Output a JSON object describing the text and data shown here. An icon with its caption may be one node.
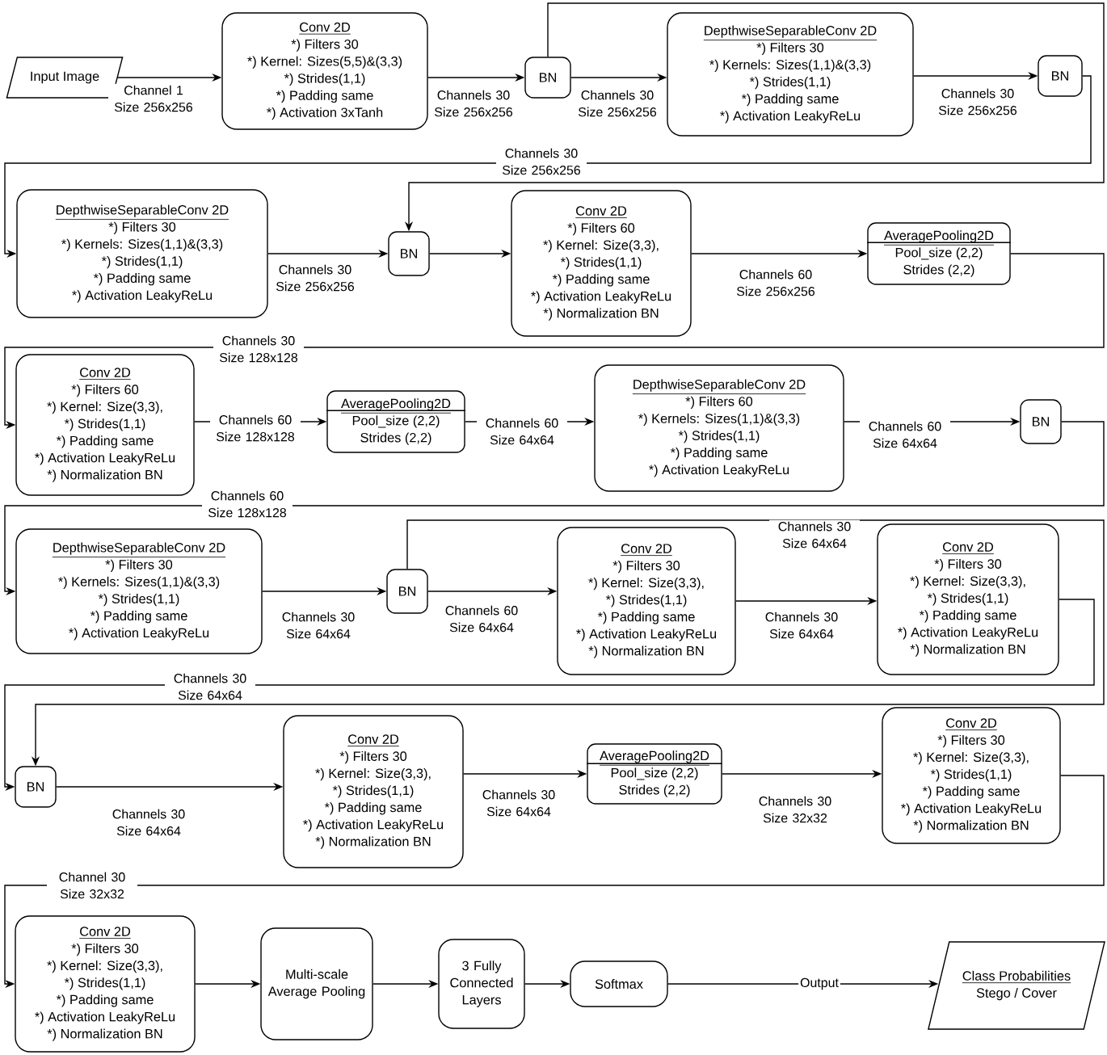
{
  "diagram": {
    "nodes": [
      {
        "text": [
          "Input Image"
        ]
      },
      {
        "text": [
          "Conv 2D",
          "*) Filters 30",
          "*) Kernel: Sizes(5,5)&(3,3)",
          "*) Strides(1,1)",
          "*) Padding same",
          "*) Activation 3xTanh"
        ]
      },
      {
        "text": [
          "BN"
        ]
      },
      {
        "text": [
          "DepthwiseSeparableConv 2D",
          "*) Filters 30",
          "*) Kernels: Sizes(1,1)&(3,3)",
          "*) Strides(1,1)",
          "*) Padding same",
          "*) Activation LeakyReLu"
        ]
      },
      {
        "text": [
          "BN"
        ]
      },
      {
        "text": [
          "DepthwiseSeparableConv 2D",
          "*) Filters 30",
          "*) Kernels: Sizes(1,1)&(3,3)",
          "*) Strides(1,1)",
          "*) Padding same",
          "*) Activation LeakyReLu"
        ]
      },
      {
        "text": [
          "BN"
        ]
      },
      {
        "text": [
          "Conv 2D",
          "*) Filters 60",
          "*) Kernel: Size(3,3),",
          "*) Strides(1,1)",
          "*) Padding same",
          "*) Activation LeakyReLu",
          "*) Normalization BN"
        ]
      },
      {
        "text": [
          "AveragePooling2D",
          "Pool_size (2,2)",
          "Strides (2,2)"
        ]
      },
      {
        "text": [
          "Conv 2D",
          "*) Filters 60",
          "*) Kernel: Size(3,3),",
          "*) Strides(1,1)",
          "*) Padding same",
          "*) Activation LeakyReLu",
          "*) Normalization BN"
        ]
      },
      {
        "text": [
          "AveragePooling2D",
          "Pool_size (2,2)",
          "Strides (2,2)"
        ]
      },
      {
        "text": [
          "DepthwiseSeparableConv 2D",
          "*) Filters 60",
          "*) Kernels: Sizes(1,1)&(3,3)",
          "*) Strides(1,1)",
          "*) Padding same",
          "*) Activation LeakyReLu"
        ]
      },
      {
        "text": [
          "BN"
        ]
      },
      {
        "text": [
          "DepthwiseSeparableConv 2D",
          "*) Filters 30",
          "*) Kernels: Sizes(1,1)&(3,3)",
          "*) Strides(1,1)",
          "*) Padding same",
          "*) Activation LeakyReLu"
        ]
      },
      {
        "text": [
          "BN"
        ]
      },
      {
        "text": [
          "Conv 2D",
          "*) Filters 30",
          "*) Kernel: Size(3,3),",
          "*) Strides(1,1)",
          "*) Padding same",
          "*) Activation LeakyReLu",
          "*) Normalization BN"
        ]
      },
      {
        "text": [
          "Conv 2D",
          "*) Filters 30",
          "*) Kernel: Size(3,3),",
          "*) Strides(1,1)",
          "*) Padding same",
          "*) Activation LeakyReLu",
          "*) Normalization BN"
        ]
      },
      {
        "text": [
          "BN"
        ]
      },
      {
        "text": [
          "Conv 2D",
          "*) Filters 30",
          "*) Kernel: Size(3,3),",
          "*) Strides(1,1)",
          "*) Padding same",
          "*) Activation LeakyReLu",
          "*) Normalization BN"
        ]
      },
      {
        "text": [
          "AveragePooling2D",
          "Pool_size (2,2)",
          "Strides (2,2)"
        ]
      },
      {
        "text": [
          "Conv 2D",
          "*) Filters 30",
          "*) Kernel: Size(3,3),",
          "*) Strides(1,1)",
          "*) Padding same",
          "*) Activation LeakyReLu",
          "*) Normalization BN"
        ]
      },
      {
        "text": [
          "Conv 2D",
          "*) Filters 30",
          "*) Kernel: Size(3,3),",
          "*) Strides(1,1)",
          "*) Padding same",
          "*) Activation LeakyReLu",
          "*) Normalization BN"
        ]
      },
      {
        "text": [
          "Multi-scale Average Pooling"
        ]
      },
      {
        "text": [
          "3 Fully Connected Layers"
        ]
      },
      {
        "text": [
          "Softmax"
        ]
      },
      {
        "text": [
          "Class Probabilities",
          "Stego / Cover"
        ]
      }
    ],
    "edges": [
      {
        "from": 0,
        "to": 1,
        "arrow": "to",
        "label": "Channel 1 Size 256x256"
      },
      {
        "from": 1,
        "to": 2,
        "arrow": "to",
        "label": "Channels 30 Size 256x256"
      },
      {
        "from": 2,
        "to": 3,
        "arrow": "to",
        "label": "Channels 30 Size 256x256"
      },
      {
        "from": 3,
        "to": 4,
        "arrow": "to",
        "label": "Channels 30 Size 256x256"
      },
      {
        "from": 2,
        "to": 6,
        "arrow": "to"
      },
      {
        "from": 4,
        "to": 5,
        "arrow": "to",
        "label": "Channels 30 Size 256x256"
      },
      {
        "from": 5,
        "to": 6,
        "arrow": "to",
        "label": "Channels 30 Size 256x256"
      },
      {
        "from": 6,
        "to": 7,
        "arrow": "to"
      },
      {
        "from": 7,
        "to": 8,
        "arrow": "to",
        "label": "Channels 60 Size 256x256"
      },
      {
        "from": 8,
        "to": 9,
        "arrow": "to",
        "label": "Channels 30 Size 128x128"
      },
      {
        "from": 9,
        "to": 10,
        "arrow": "to",
        "label": "Channels 60 Size 128x128"
      },
      {
        "from": 10,
        "to": 11,
        "arrow": "to",
        "label": "Channels 60 Size 64x64"
      },
      {
        "from": 11,
        "to": 12,
        "arrow": "to",
        "label": "Channels 60 Size 64x64"
      },
      {
        "from": 12,
        "to": 13,
        "arrow": "to",
        "label": "Channels 60 Size 128x128"
      },
      {
        "from": 13,
        "to": 14,
        "arrow": "to",
        "label": "Channels 30 Size 64x64"
      },
      {
        "from": 14,
        "to": 15,
        "arrow": "to",
        "label": "Channels 60 Size 64x64"
      },
      {
        "from": 15,
        "to": 16,
        "arrow": "to",
        "label": "Channels 30 Size 64x64"
      },
      {
        "from": 14,
        "to": 17,
        "arrow": "to",
        "label": "Channels 30 Size 64x64"
      },
      {
        "from": 16,
        "to": 17,
        "arrow": "to",
        "label": "Channels 30 Size 64x64"
      },
      {
        "from": 17,
        "to": 18,
        "arrow": "to",
        "label": "Channels 30 Size 64x64"
      },
      {
        "from": 18,
        "to": 19,
        "arrow": "to",
        "label": "Channels 30 Size 64x64"
      },
      {
        "from": 19,
        "to": 20,
        "arrow": "to",
        "label": "Channels 30 Size 32x32"
      },
      {
        "from": 20,
        "to": 21,
        "arrow": "to",
        "label": "Channel 30 Size 32x32"
      },
      {
        "from": 21,
        "to": 22,
        "arrow": "to"
      },
      {
        "from": 22,
        "to": 23,
        "arrow": "to"
      },
      {
        "from": 23,
        "to": 24,
        "arrow": "to"
      },
      {
        "from": 24,
        "to": 25,
        "arrow": "to",
        "label": "Output"
      }
    ]
  }
}
